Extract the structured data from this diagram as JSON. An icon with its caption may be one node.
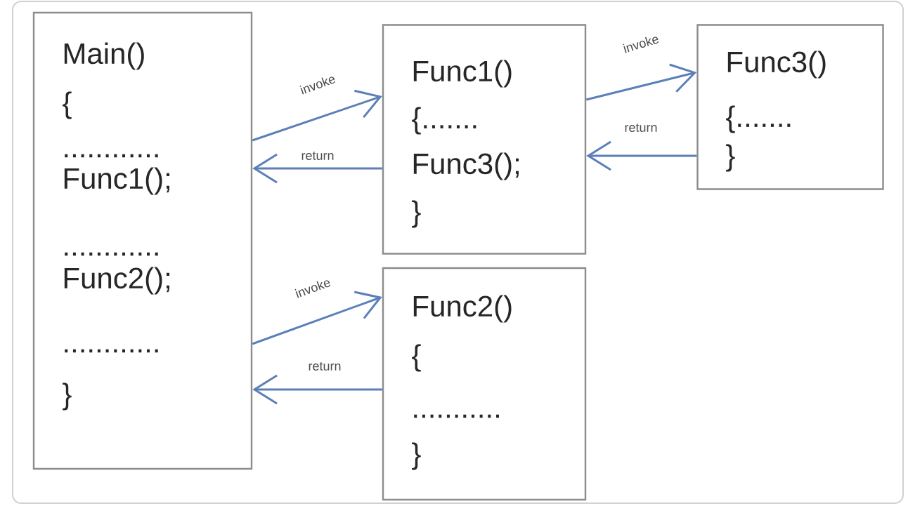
{
  "diagram": {
    "nodes": [
      {
        "text": [
          "Main()",
          "{",
          "............",
          "Func1();",
          "............",
          "Func2();",
          "............",
          "}"
        ]
      },
      {
        "text": [
          "Func1()",
          "{.......",
          "Func3();",
          "}"
        ]
      },
      {
        "text": [
          "Func3()",
          "{.......",
          "}"
        ]
      },
      {
        "text": [
          "Func2()",
          "{",
          "...........",
          "}"
        ]
      }
    ],
    "edges": [
      {
        "from": 0,
        "to": 1,
        "arrow": "to",
        "label": "invoke"
      },
      {
        "from": 1,
        "to": 0,
        "arrow": "to",
        "label": "return"
      },
      {
        "from": 1,
        "to": 2,
        "arrow": "to",
        "label": "invoke"
      },
      {
        "from": 2,
        "to": 1,
        "arrow": "to",
        "label": "return"
      },
      {
        "from": 0,
        "to": 3,
        "arrow": "to",
        "label": "invoke"
      },
      {
        "from": 3,
        "to": 0,
        "arrow": "to",
        "label": "return"
      }
    ]
  }
}
